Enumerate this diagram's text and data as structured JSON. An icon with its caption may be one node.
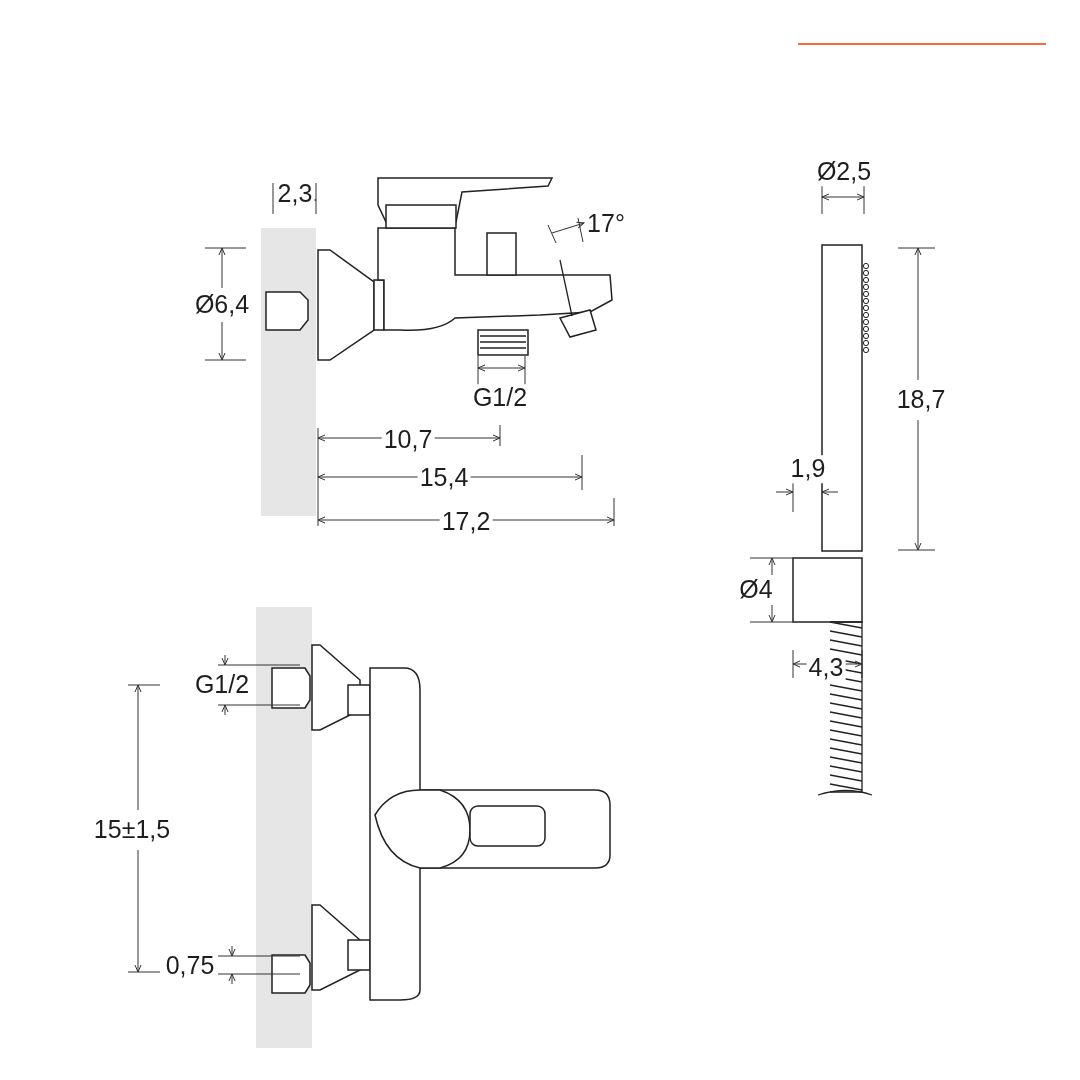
{
  "diagram": {
    "labels": [
      "2,3",
      "Ø2,5",
      "17°",
      "Ø6,4",
      "18,7",
      "G1/2",
      "10,7",
      "1,9",
      "15,4",
      "17,2",
      "Ø4",
      "4,3",
      "G1/2",
      "15±1,5",
      "0,75"
    ]
  }
}
